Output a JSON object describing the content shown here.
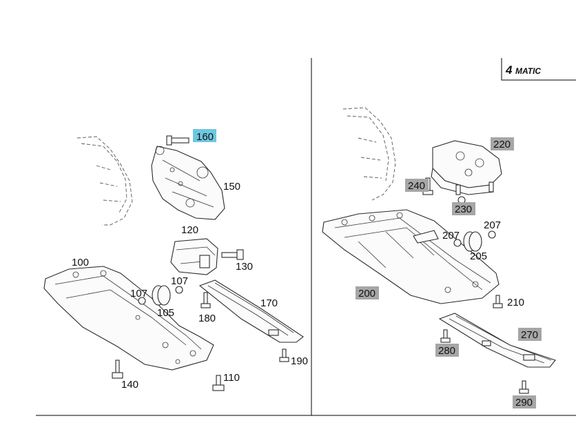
{
  "logo": {
    "numeral": "4",
    "word": "MATIC"
  },
  "left_labels": {
    "p160": "160",
    "p150": "150",
    "p120": "120",
    "p130": "130",
    "p100": "100",
    "p107a": "107",
    "p107b": "107",
    "p105": "105",
    "p180": "180",
    "p170": "170",
    "p190": "190",
    "p140": "140",
    "p110": "110"
  },
  "right_labels": {
    "p220": "220",
    "p240": "240",
    "p230": "230",
    "p207a": "207",
    "p207b": "207",
    "p205": "205",
    "p200": "200",
    "p210": "210",
    "p270": "270",
    "p280": "280",
    "p290": "290"
  },
  "colors": {
    "highlight": "#6fc7df",
    "grey_box": "#a6a6a6",
    "line": "#2a2a2a"
  }
}
